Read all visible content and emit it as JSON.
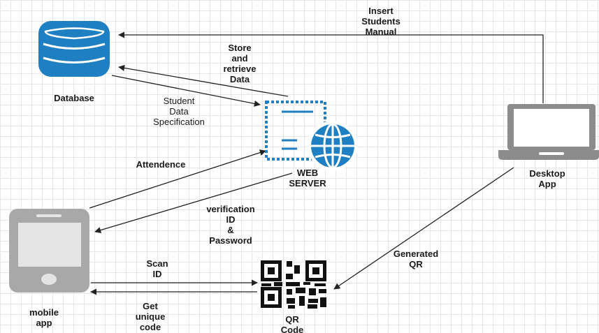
{
  "nodes": {
    "database": {
      "label": "Database"
    },
    "web_server": {
      "label": "WEB\nSERVER"
    },
    "desktop_app": {
      "label": "Desktop\nApp"
    },
    "mobile_app": {
      "label": "mobile\napp"
    },
    "qr_code": {
      "label": "QR\nCode"
    }
  },
  "edges": {
    "insert_students": "Insert\nStudents\nManual",
    "store_retrieve": "Store\nand\nretrieve\nData",
    "student_data_spec": "Student\nData\nSpecification",
    "attendance": "Attendence",
    "verification": "verification\nID\n&\nPassword",
    "generated_qr": "Generated\nQR",
    "scan_id": "Scan\nID",
    "get_unique_code": "Get\nunique\ncode"
  },
  "colors": {
    "accent_blue": "#1f7fc3",
    "device_gray": "#8c8c8c",
    "device_screen": "#e4e4e4",
    "arrow": "#222222",
    "qr": "#111111"
  }
}
